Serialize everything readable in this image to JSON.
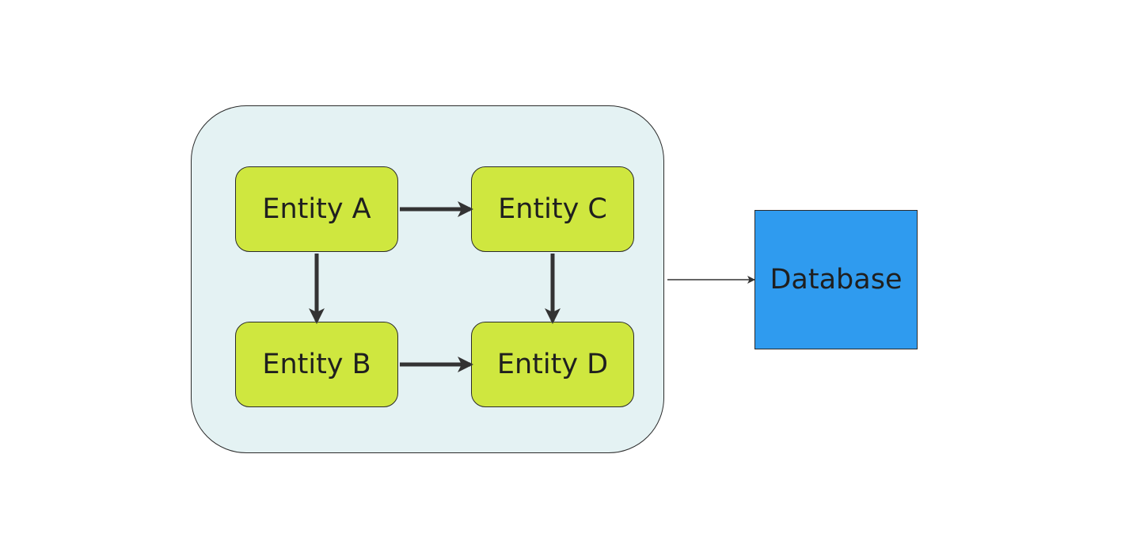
{
  "colors": {
    "container_fill": "#e4f2f3",
    "entity_fill": "#cfe73f",
    "database_fill": "#2f9bef",
    "stroke": "#2b2b2b",
    "edge": "#333333"
  },
  "nodes": {
    "entity_a": "Entity A",
    "entity_b": "Entity B",
    "entity_c": "Entity C",
    "entity_d": "Entity D",
    "database": "Database"
  },
  "edges": [
    {
      "from": "Entity A",
      "to": "Entity C"
    },
    {
      "from": "Entity A",
      "to": "Entity B"
    },
    {
      "from": "Entity C",
      "to": "Entity D"
    },
    {
      "from": "Entity B",
      "to": "Entity D"
    },
    {
      "from": "Entity group",
      "to": "Database"
    }
  ]
}
